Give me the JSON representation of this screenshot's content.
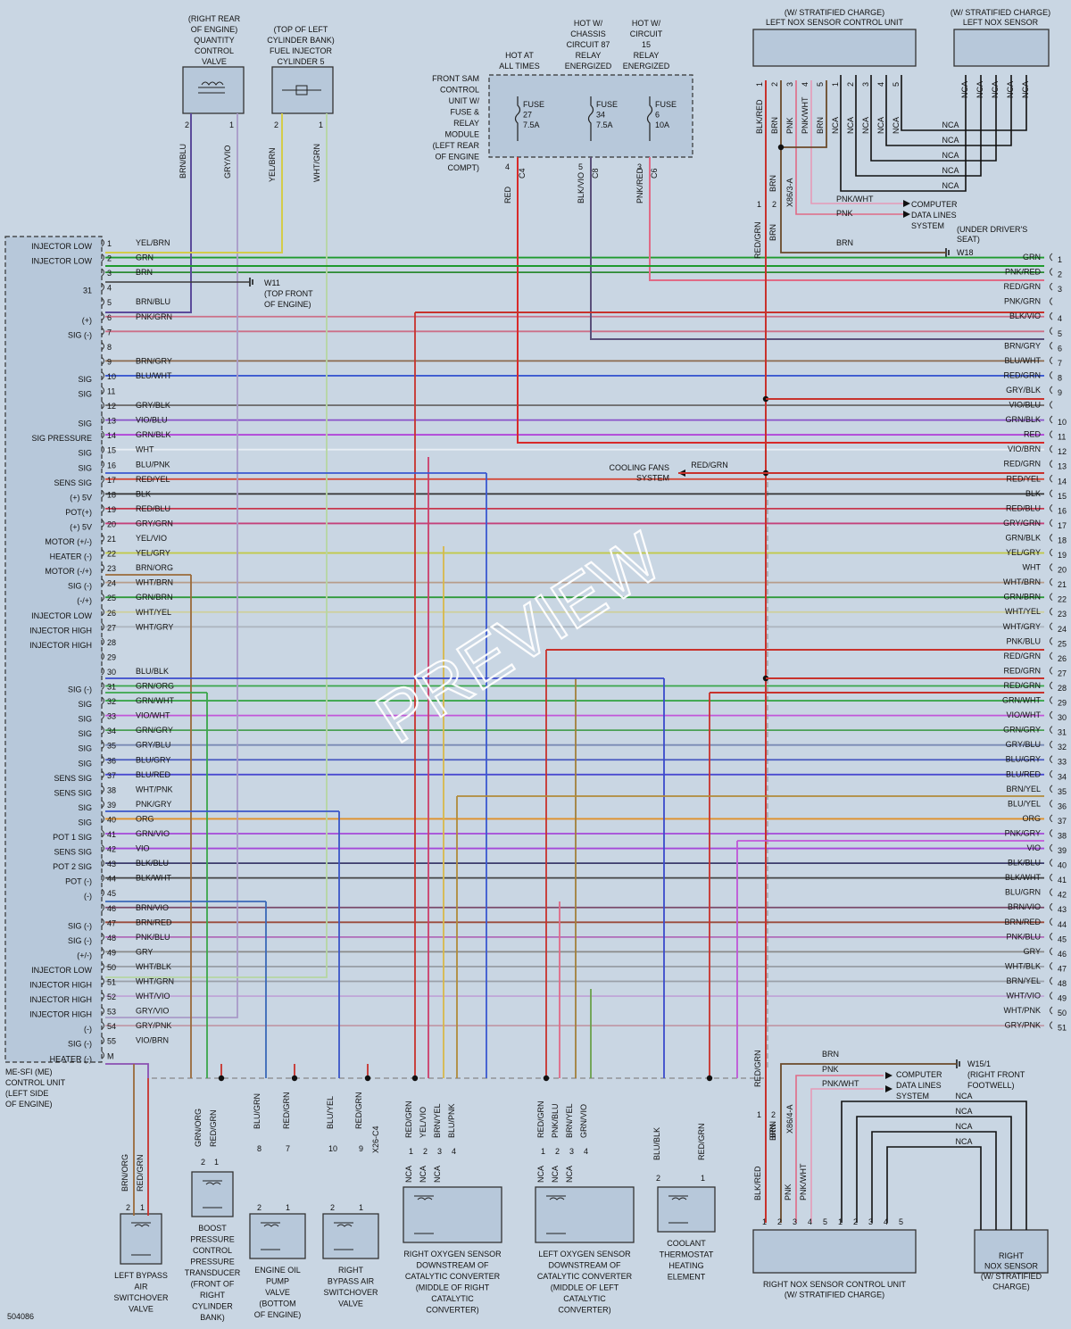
{
  "diagram_id": "504086",
  "watermark": "PREVIEW",
  "ecm": {
    "label_lines": [
      "ME-SFI (ME)",
      "CONTROL UNIT",
      "(LEFT SIDE",
      "OF ENGINE)"
    ],
    "pins": [
      {
        "n": "1",
        "fn": "INJECTOR LOW",
        "wire": "YEL/BRN"
      },
      {
        "n": "2",
        "fn": "INJECTOR LOW",
        "wire": "GRN"
      },
      {
        "n": "3",
        "fn": "",
        "wire": "BRN"
      },
      {
        "n": "4",
        "fn": "31",
        "wire": ""
      },
      {
        "n": "5",
        "fn": "",
        "wire": "BRN/BLU"
      },
      {
        "n": "6",
        "fn": "(+)",
        "wire": "PNK/GRN"
      },
      {
        "n": "7",
        "fn": "SIG (-)",
        "wire": ""
      },
      {
        "n": "8",
        "fn": "",
        "wire": ""
      },
      {
        "n": "9",
        "fn": "",
        "wire": "BRN/GRY"
      },
      {
        "n": "10",
        "fn": "SIG",
        "wire": "BLU/WHT"
      },
      {
        "n": "11",
        "fn": "SIG",
        "wire": ""
      },
      {
        "n": "12",
        "fn": "",
        "wire": "GRY/BLK"
      },
      {
        "n": "13",
        "fn": "SIG",
        "wire": "VIO/BLU"
      },
      {
        "n": "14",
        "fn": "SIG PRESSURE",
        "wire": "GRN/BLK"
      },
      {
        "n": "15",
        "fn": "SIG",
        "wire": "WHT"
      },
      {
        "n": "16",
        "fn": "SIG",
        "wire": "BLU/PNK"
      },
      {
        "n": "17",
        "fn": "SENS SIG",
        "wire": "RED/YEL"
      },
      {
        "n": "18",
        "fn": "(+) 5V",
        "wire": "BLK"
      },
      {
        "n": "19",
        "fn": "POT(+)",
        "wire": "RED/BLU"
      },
      {
        "n": "20",
        "fn": "(+) 5V",
        "wire": "GRY/GRN"
      },
      {
        "n": "21",
        "fn": "MOTOR (+/-)",
        "wire": "YEL/VIO"
      },
      {
        "n": "22",
        "fn": "HEATER (-)",
        "wire": "YEL/GRY"
      },
      {
        "n": "23",
        "fn": "MOTOR (-/+)",
        "wire": "BRN/ORG"
      },
      {
        "n": "24",
        "fn": "SIG (-)",
        "wire": "WHT/BRN"
      },
      {
        "n": "25",
        "fn": "(-/+)",
        "wire": "GRN/BRN"
      },
      {
        "n": "26",
        "fn": "INJECTOR LOW",
        "wire": "WHT/YEL"
      },
      {
        "n": "27",
        "fn": "INJECTOR HIGH",
        "wire": "WHT/GRY"
      },
      {
        "n": "28",
        "fn": "INJECTOR HIGH",
        "wire": ""
      },
      {
        "n": "29",
        "fn": "",
        "wire": ""
      },
      {
        "n": "30",
        "fn": "",
        "wire": "BLU/BLK"
      },
      {
        "n": "31",
        "fn": "SIG (-)",
        "wire": "GRN/ORG"
      },
      {
        "n": "32",
        "fn": "SIG",
        "wire": "GRN/WHT"
      },
      {
        "n": "33",
        "fn": "SIG",
        "wire": "VIO/WHT"
      },
      {
        "n": "34",
        "fn": "SIG",
        "wire": "GRN/GRY"
      },
      {
        "n": "35",
        "fn": "SIG",
        "wire": "GRY/BLU"
      },
      {
        "n": "36",
        "fn": "SIG",
        "wire": "BLU/GRY"
      },
      {
        "n": "37",
        "fn": "SENS SIG",
        "wire": "BLU/RED"
      },
      {
        "n": "38",
        "fn": "SENS SIG",
        "wire": "WHT/PNK"
      },
      {
        "n": "39",
        "fn": "SIG",
        "wire": "PNK/GRY"
      },
      {
        "n": "40",
        "fn": "SIG",
        "wire": "ORG"
      },
      {
        "n": "41",
        "fn": "POT 1 SIG",
        "wire": "GRN/VIO"
      },
      {
        "n": "42",
        "fn": "SENS SIG",
        "wire": "VIO"
      },
      {
        "n": "43",
        "fn": "POT 2 SIG",
        "wire": "BLK/BLU"
      },
      {
        "n": "44",
        "fn": "POT (-)",
        "wire": "BLK/WHT"
      },
      {
        "n": "45",
        "fn": "(-)",
        "wire": ""
      },
      {
        "n": "46",
        "fn": "",
        "wire": "BRN/VIO"
      },
      {
        "n": "47",
        "fn": "SIG (-)",
        "wire": "BRN/RED"
      },
      {
        "n": "48",
        "fn": "SIG (-)",
        "wire": "PNK/BLU"
      },
      {
        "n": "49",
        "fn": "(+/-)",
        "wire": "GRY"
      },
      {
        "n": "50",
        "fn": "INJECTOR LOW",
        "wire": "WHT/BLK"
      },
      {
        "n": "51",
        "fn": "INJECTOR HIGH",
        "wire": "WHT/GRN"
      },
      {
        "n": "52",
        "fn": "INJECTOR HIGH",
        "wire": "WHT/VIO"
      },
      {
        "n": "53",
        "fn": "INJECTOR HIGH",
        "wire": "GRY/VIO"
      },
      {
        "n": "54",
        "fn": "(-)",
        "wire": "GRY/PNK"
      },
      {
        "n": "55",
        "fn": "SIG (-)",
        "wire": "VIO/BRN"
      },
      {
        "n": "M",
        "fn": "HEATER (-)",
        "wire": ""
      }
    ]
  },
  "right_connector": {
    "pins": [
      {
        "n": "1",
        "wire": "GRN",
        "color": "#1f9a2e"
      },
      {
        "n": "2",
        "wire": "PNK/RED",
        "color": "#e06a86"
      },
      {
        "n": "3",
        "wire": "RED/GRN",
        "color": "#c8322c"
      },
      {
        "n": "",
        "wire": "PNK/GRN",
        "color": "#cc6f88"
      },
      {
        "n": "4",
        "wire": "BLK/VIO",
        "color": "#5a4f7a"
      },
      {
        "n": "5",
        "wire": "",
        "color": ""
      },
      {
        "n": "6",
        "wire": "BRN/GRY",
        "color": "#8c6a4e"
      },
      {
        "n": "7",
        "wire": "BLU/WHT",
        "color": "#3a58d0"
      },
      {
        "n": "8",
        "wire": "RED/GRN",
        "color": "#c8322c"
      },
      {
        "n": "9",
        "wire": "GRY/BLK",
        "color": "#6f6f6f"
      },
      {
        "n": "",
        "wire": "VIO/BLU",
        "color": "#8a52c8"
      },
      {
        "n": "10",
        "wire": "GRN/BLK",
        "color": "#b03cd8"
      },
      {
        "n": "11",
        "wire": "RED",
        "color": "#d82a2a"
      },
      {
        "n": "12",
        "wire": "VIO/BRN",
        "color": "#8a4fb2"
      },
      {
        "n": "13",
        "wire": "RED/GRN",
        "color": "#c8322c"
      },
      {
        "n": "14",
        "wire": "RED/YEL",
        "color": "#d44a3a"
      },
      {
        "n": "15",
        "wire": "BLK",
        "color": "#333333"
      },
      {
        "n": "16",
        "wire": "RED/BLU",
        "color": "#c8384e"
      },
      {
        "n": "17",
        "wire": "GRY/GRN",
        "color": "#c4407a"
      },
      {
        "n": "18",
        "wire": "GRN/BLK",
        "color": "#2d8a3a"
      },
      {
        "n": "19",
        "wire": "YEL/GRY",
        "color": "#c2c94a"
      },
      {
        "n": "20",
        "wire": "WHT",
        "color": "#e8eef4"
      },
      {
        "n": "21",
        "wire": "WHT/BRN",
        "color": "#b79c8a"
      },
      {
        "n": "22",
        "wire": "GRN/BRN",
        "color": "#2f9a3a"
      },
      {
        "n": "23",
        "wire": "WHT/YEL",
        "color": "#cfcf9a"
      },
      {
        "n": "24",
        "wire": "WHT/GRY",
        "color": "#aeb6c0"
      },
      {
        "n": "25",
        "wire": "PNK/BLU",
        "color": "#b06ab8"
      },
      {
        "n": "26",
        "wire": "RED/GRN",
        "color": "#c8322c"
      },
      {
        "n": "27",
        "wire": "RED/GRN",
        "color": "#c8322c"
      },
      {
        "n": "28",
        "wire": "RED/GRN",
        "color": "#c8322c"
      },
      {
        "n": "29",
        "wire": "GRN/WHT",
        "color": "#39a64a"
      },
      {
        "n": "30",
        "wire": "VIO/WHT",
        "color": "#c256d8"
      },
      {
        "n": "31",
        "wire": "GRN/GRY",
        "color": "#4aa054"
      },
      {
        "n": "32",
        "wire": "GRY/BLU",
        "color": "#7a8ab4"
      },
      {
        "n": "33",
        "wire": "BLU/GRY",
        "color": "#4a5ac0"
      },
      {
        "n": "34",
        "wire": "BLU/RED",
        "color": "#4a4ad0"
      },
      {
        "n": "35",
        "wire": "BRN/YEL",
        "color": "#a07a3a"
      },
      {
        "n": "36",
        "wire": "BLU/YEL",
        "color": "#3a56c8"
      },
      {
        "n": "37",
        "wire": "ORG",
        "color": "#e0902a"
      },
      {
        "n": "38",
        "wire": "PNK/GRY",
        "color": "#d48aa2"
      },
      {
        "n": "39",
        "wire": "VIO",
        "color": "#a548d8"
      },
      {
        "n": "40",
        "wire": "BLK/BLU",
        "color": "#3a3a6a"
      },
      {
        "n": "41",
        "wire": "BLK/WHT",
        "color": "#444444"
      },
      {
        "n": "42",
        "wire": "BLU/GRN",
        "color": "#3a68b8"
      },
      {
        "n": "43",
        "wire": "BRN/VIO",
        "color": "#7a4a6a"
      },
      {
        "n": "44",
        "wire": "BRN/RED",
        "color": "#9a4a3a"
      },
      {
        "n": "45",
        "wire": "PNK/BLU",
        "color": "#b06ab8"
      },
      {
        "n": "46",
        "wire": "GRY",
        "color": "#8a8a8a"
      },
      {
        "n": "47",
        "wire": "WHT/BLK",
        "color": "#9aa0a8"
      },
      {
        "n": "48",
        "wire": "BRN/YEL",
        "color": "#a88a3a"
      },
      {
        "n": "49",
        "wire": "WHT/VIO",
        "color": "#c0a8d8"
      },
      {
        "n": "50",
        "wire": "WHT/PNK",
        "color": "#e0b0c0"
      },
      {
        "n": "51",
        "wire": "GRY/PNK",
        "color": "#c09aa8"
      }
    ]
  },
  "components": {
    "qcv": {
      "label_lines": [
        "(RIGHT REAR",
        "OF ENGINE)",
        "QUANTITY",
        "CONTROL",
        "VALVE"
      ],
      "pins": [
        "2",
        "1"
      ],
      "wires": [
        "BRN/BLU",
        "GRY/VIO"
      ]
    },
    "injector5": {
      "label_lines": [
        "(TOP OF LEFT",
        "CYLINDER BANK)",
        "FUEL INJECTOR",
        "CYLINDER 5"
      ],
      "pins": [
        "2",
        "1"
      ],
      "wires": [
        "YEL/BRN",
        "WHT/GRN"
      ]
    },
    "fuse_module": {
      "label_lines": [
        "FRONT SAM",
        "CONTROL",
        "UNIT W/",
        "FUSE &",
        "RELAY",
        "MODULE",
        "(LEFT REAR",
        "OF ENGINE",
        "COMPT)"
      ],
      "col_headers": [
        [
          "HOT AT",
          "ALL TIMES"
        ],
        [
          "HOT W/",
          "CHASSIS",
          "CIRCUIT 87",
          "RELAY",
          "ENERGIZED"
        ],
        [
          "HOT W/",
          "CIRCUIT",
          "15",
          "RELAY",
          "ENERGIZED"
        ]
      ],
      "fuses": [
        {
          "lines": [
            "FUSE",
            "27",
            "7.5A"
          ]
        },
        {
          "lines": [
            "FUSE",
            "34",
            "7.5A"
          ]
        },
        {
          "lines": [
            "FUSE",
            "6",
            "10A"
          ]
        }
      ],
      "outs": [
        {
          "pin": "4",
          "conn": "C4",
          "wire": "RED"
        },
        {
          "pin": "5",
          "conn": "C8",
          "wire": "BLK/VIO"
        },
        {
          "pin": "3",
          "conn": "C6",
          "wire": "PNK/RED"
        }
      ]
    },
    "left_nox_cu": {
      "title_lines": [
        "(W/ STRATIFIED CHARGE)",
        "LEFT NOX SENSOR CONTROL UNIT"
      ],
      "pins": [
        "1",
        "2",
        "3",
        "4",
        "5",
        "1",
        "2",
        "3",
        "4",
        "5"
      ],
      "wires": [
        "BLK/RED",
        "BRN",
        "PNK",
        "PNK/WHT",
        "BRN",
        "NCA",
        "NCA",
        "NCA",
        "NCA",
        "NCA"
      ]
    },
    "left_nox_sensor": {
      "title_lines": [
        "(W/ STRATIFIED CHARGE)",
        "LEFT NOX SENSOR"
      ],
      "wires": [
        "NCA",
        "NCA",
        "NCA",
        "NCA",
        "NCA"
      ]
    },
    "nca_left": [
      "NCA",
      "NCA",
      "NCA",
      "NCA",
      "NCA"
    ],
    "computer_data_top": {
      "lines": [
        "COMPUTER",
        "DATA LINES",
        "SYSTEM"
      ],
      "wires": [
        "PNK/WHT",
        "PNK"
      ]
    },
    "w18": {
      "label": "W18",
      "note": [
        "(UNDER DRIVER'S",
        "SEAT)"
      ],
      "wire": "BRN"
    },
    "w11": {
      "label": "W11",
      "note": [
        "(TOP FRONT",
        "OF ENGINE)"
      ]
    },
    "x86_3": {
      "label": "X86/3-A",
      "wires": [
        "RED/GRN",
        "BRN",
        "BRN"
      ],
      "pins": [
        "1",
        "2"
      ]
    },
    "cooling_fans": {
      "lines": [
        "COOLING FANS",
        "SYSTEM"
      ],
      "wire": "RED/GRN"
    },
    "bottom": [
      {
        "id": "left-bypass",
        "lines": [
          "LEFT BYPASS",
          "AIR",
          "SWITCHOVER",
          "VALVE"
        ],
        "pins": [
          "2",
          "1"
        ],
        "wires": [
          "BRN/ORG",
          "RED/GRN"
        ]
      },
      {
        "id": "boost",
        "lines": [
          "BOOST",
          "PRESSURE",
          "CONTROL",
          "PRESSURE",
          "TRANSDUCER",
          "(FRONT OF",
          "RIGHT",
          "CYLINDER",
          "BANK)"
        ],
        "pins": [
          "2",
          "1"
        ],
        "wires": [
          "GRN/ORG",
          "RED/GRN"
        ]
      },
      {
        "id": "oil-pump",
        "lines": [
          "ENGINE OIL",
          "PUMP",
          "VALVE",
          "(BOTTOM",
          "OF ENGINE)"
        ],
        "pins": [
          "2",
          "1"
        ],
        "wires": [
          "BLU/GRN",
          "RED/GRN"
        ],
        "upper_pins": [
          "8",
          "7"
        ]
      },
      {
        "id": "right-bypass",
        "lines": [
          "RIGHT",
          "BYPASS AIR",
          "SWITCHOVER",
          "VALVE"
        ],
        "pins": [
          "2",
          "1"
        ],
        "wires": [
          "BLU/YEL",
          "RED/GRN"
        ],
        "upper_pins": [
          "10",
          "9"
        ],
        "conn": "X26-C4"
      },
      {
        "id": "right-o2",
        "lines": [
          "RIGHT OXYGEN SENSOR",
          "DOWNSTREAM OF",
          "CATALYTIC CONVERTER",
          "(MIDDLE OF RIGHT",
          "CATALYTIC",
          "CONVERTER)"
        ],
        "pins": [
          "1",
          "2",
          "3",
          "4"
        ],
        "wires": [
          "RED/GRN",
          "YEL/VIO",
          "BRN/YEL",
          "BLU/PNK"
        ],
        "nca": [
          "NCA",
          "NCA",
          "NCA"
        ]
      },
      {
        "id": "left-o2",
        "lines": [
          "LEFT OXYGEN SENSOR",
          "DOWNSTREAM OF",
          "CATALYTIC CONVERTER",
          "(MIDDLE OF LEFT",
          "CATALYTIC",
          "CONVERTER)"
        ],
        "pins": [
          "1",
          "2",
          "3",
          "4"
        ],
        "wires": [
          "RED/GRN",
          "PNK/BLU",
          "BRN/YEL",
          "GRN/VIO"
        ],
        "nca": [
          "NCA",
          "NCA",
          "NCA"
        ]
      },
      {
        "id": "coolant",
        "lines": [
          "COOLANT",
          "THERMOSTAT",
          "HEATING",
          "ELEMENT"
        ],
        "pins": [
          "2",
          "1"
        ],
        "wires": [
          "BLU/BLK",
          "RED/GRN"
        ]
      }
    ],
    "right_nox_cu": {
      "title_lines": [
        "RIGHT NOX SENSOR CONTROL UNIT",
        "(W/ STRATIFIED CHARGE)"
      ],
      "pins": [
        "1",
        "2",
        "3",
        "4",
        "5",
        "1",
        "2",
        "3",
        "4",
        "5"
      ],
      "wires": [
        "BLK/RED",
        "BRN",
        "PNK",
        "PNK/WHT",
        "NCA"
      ]
    },
    "right_nox_sensor": {
      "title_lines": [
        "RIGHT",
        "NOX SENSOR",
        "(W/ STRATIFIED",
        "CHARGE)"
      ]
    },
    "w15": {
      "label": "W15/1",
      "note": [
        "(RIGHT FRONT",
        "FOOTWELL)"
      ],
      "wire": "BRN"
    },
    "computer_data_bottom": {
      "lines": [
        "COMPUTER",
        "DATA LINES",
        "SYSTEM"
      ],
      "wires": [
        "PNK",
        "PNK/WHT"
      ]
    },
    "x86_4": {
      "label": "X86/4-A",
      "wires": [
        "RED/GRN",
        "BRN"
      ],
      "pins": [
        "1",
        "2"
      ]
    },
    "nca_right": [
      "NCA",
      "NCA",
      "NCA",
      "NCA"
    ]
  }
}
